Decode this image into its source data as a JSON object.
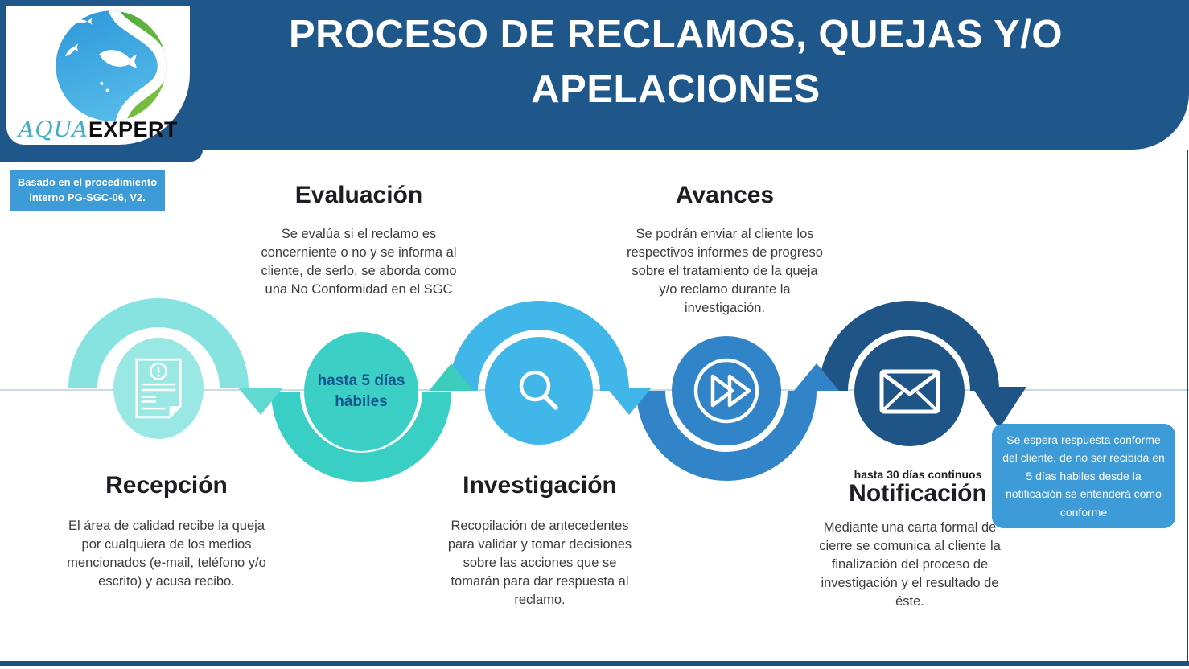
{
  "header": {
    "title_lines": [
      "PROCESO DE RECLAMOS, QUEJAS Y/O",
      "APELACIONES"
    ],
    "brand": {
      "aqua": "AQUA",
      "expert": "EXPERT"
    }
  },
  "badge": {
    "text": "Basado en el procedimiento interno PG-SGC-06, V2."
  },
  "timeline": {
    "duration_circle_label": "hasta 5 días hábiles",
    "steps": [
      {
        "title": "Recepción",
        "icon": "document-alert-icon",
        "label_position": "below",
        "description": "El área de calidad recibe la queja por cualquiera de los medios mencionados (e-mail, teléfono y/o escrito)  y acusa recibo."
      },
      {
        "title": "Evaluación",
        "label_position": "above",
        "description": "Se evalúa si el reclamo es concerniente o no y se informa al cliente,  de serlo,  se aborda como una No Conformidad en el SGC"
      },
      {
        "title": "Investigación",
        "icon": "magnifier-icon",
        "label_position": "below",
        "description": "Recopilación de antecedentes para validar y tomar decisiones sobre las acciones que se tomarán para dar respuesta al reclamo."
      },
      {
        "title": "Avances",
        "icon": "fast-forward-icon",
        "label_position": "above",
        "description": "Se podrán enviar al cliente los respectivos informes de progreso sobre el tratamiento de la queja y/o reclamo durante la investigación."
      },
      {
        "title": "Notificación",
        "eyebrow": "hasta 30 días continuos",
        "icon": "envelope-icon",
        "label_position": "below",
        "description": "Mediante una carta formal de cierre se comunica al cliente la finalización del proceso de investigación y el resultado de éste."
      }
    ]
  },
  "callout": {
    "text": "Se espera respuesta conforme del cliente, de no ser recibida en 5 días habiles desde la notificación se entenderá como conforme"
  },
  "colors": {
    "header_blue": "#1F578A",
    "badge_blue": "#3D9BD8",
    "light_teal": "#9AE8E4",
    "teal": "#3BCFC5",
    "light_blue": "#41B6E8",
    "medium_blue": "#3184C7",
    "dark_blue": "#1E5486"
  }
}
